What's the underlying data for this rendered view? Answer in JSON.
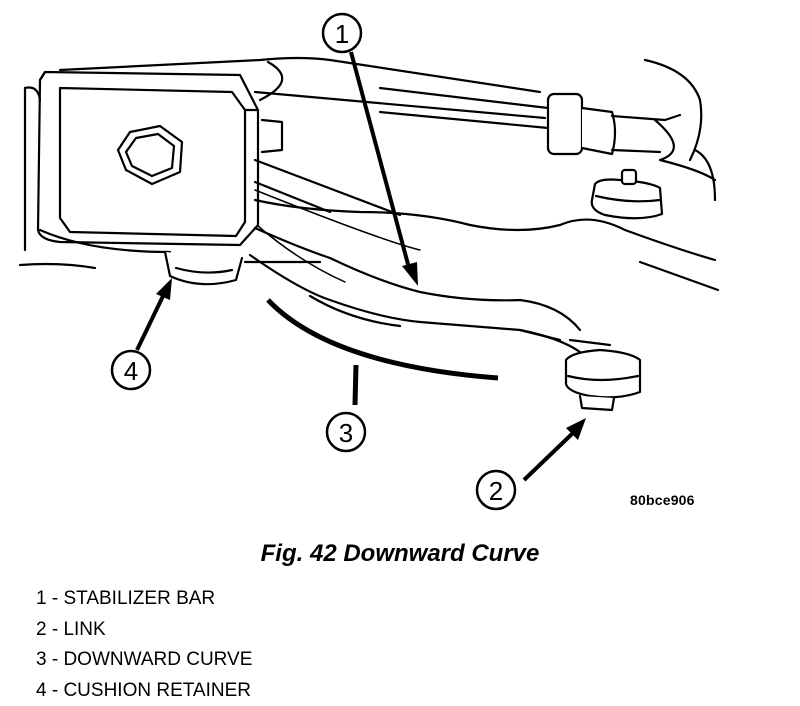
{
  "figure": {
    "code": "80bce906",
    "caption": "Fig. 42 Downward Curve"
  },
  "callouts": [
    "1",
    "2",
    "3",
    "4"
  ],
  "legend": [
    "1 - STABILIZER BAR",
    "2 - LINK",
    "3 - DOWNWARD CURVE",
    "4 - CUSHION RETAINER"
  ]
}
